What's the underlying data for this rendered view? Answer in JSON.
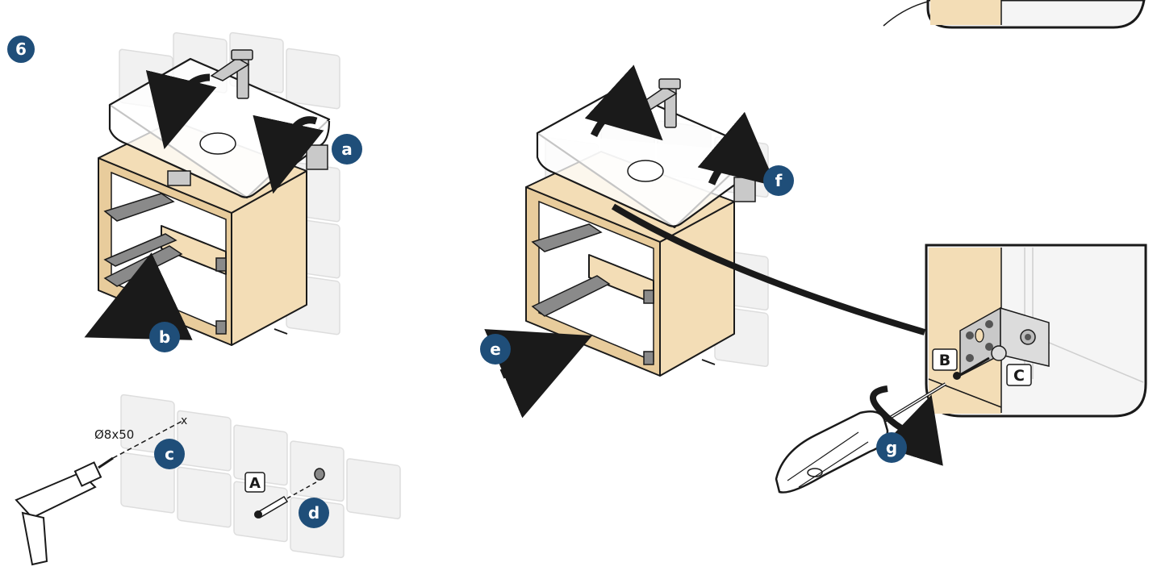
{
  "step": {
    "number": "6"
  },
  "badges": {
    "a": "a",
    "b": "b",
    "c": "c",
    "d": "d",
    "e": "e",
    "f": "f",
    "g": "g"
  },
  "parts": {
    "A": "A",
    "B": "B",
    "C": "C"
  },
  "drill": {
    "dimension": "Ø8x50"
  },
  "colors": {
    "badge": "#1f4e79",
    "wood": "#f3ddb6",
    "tile": "#f1f1f1",
    "ink": "#1a1a1a"
  }
}
